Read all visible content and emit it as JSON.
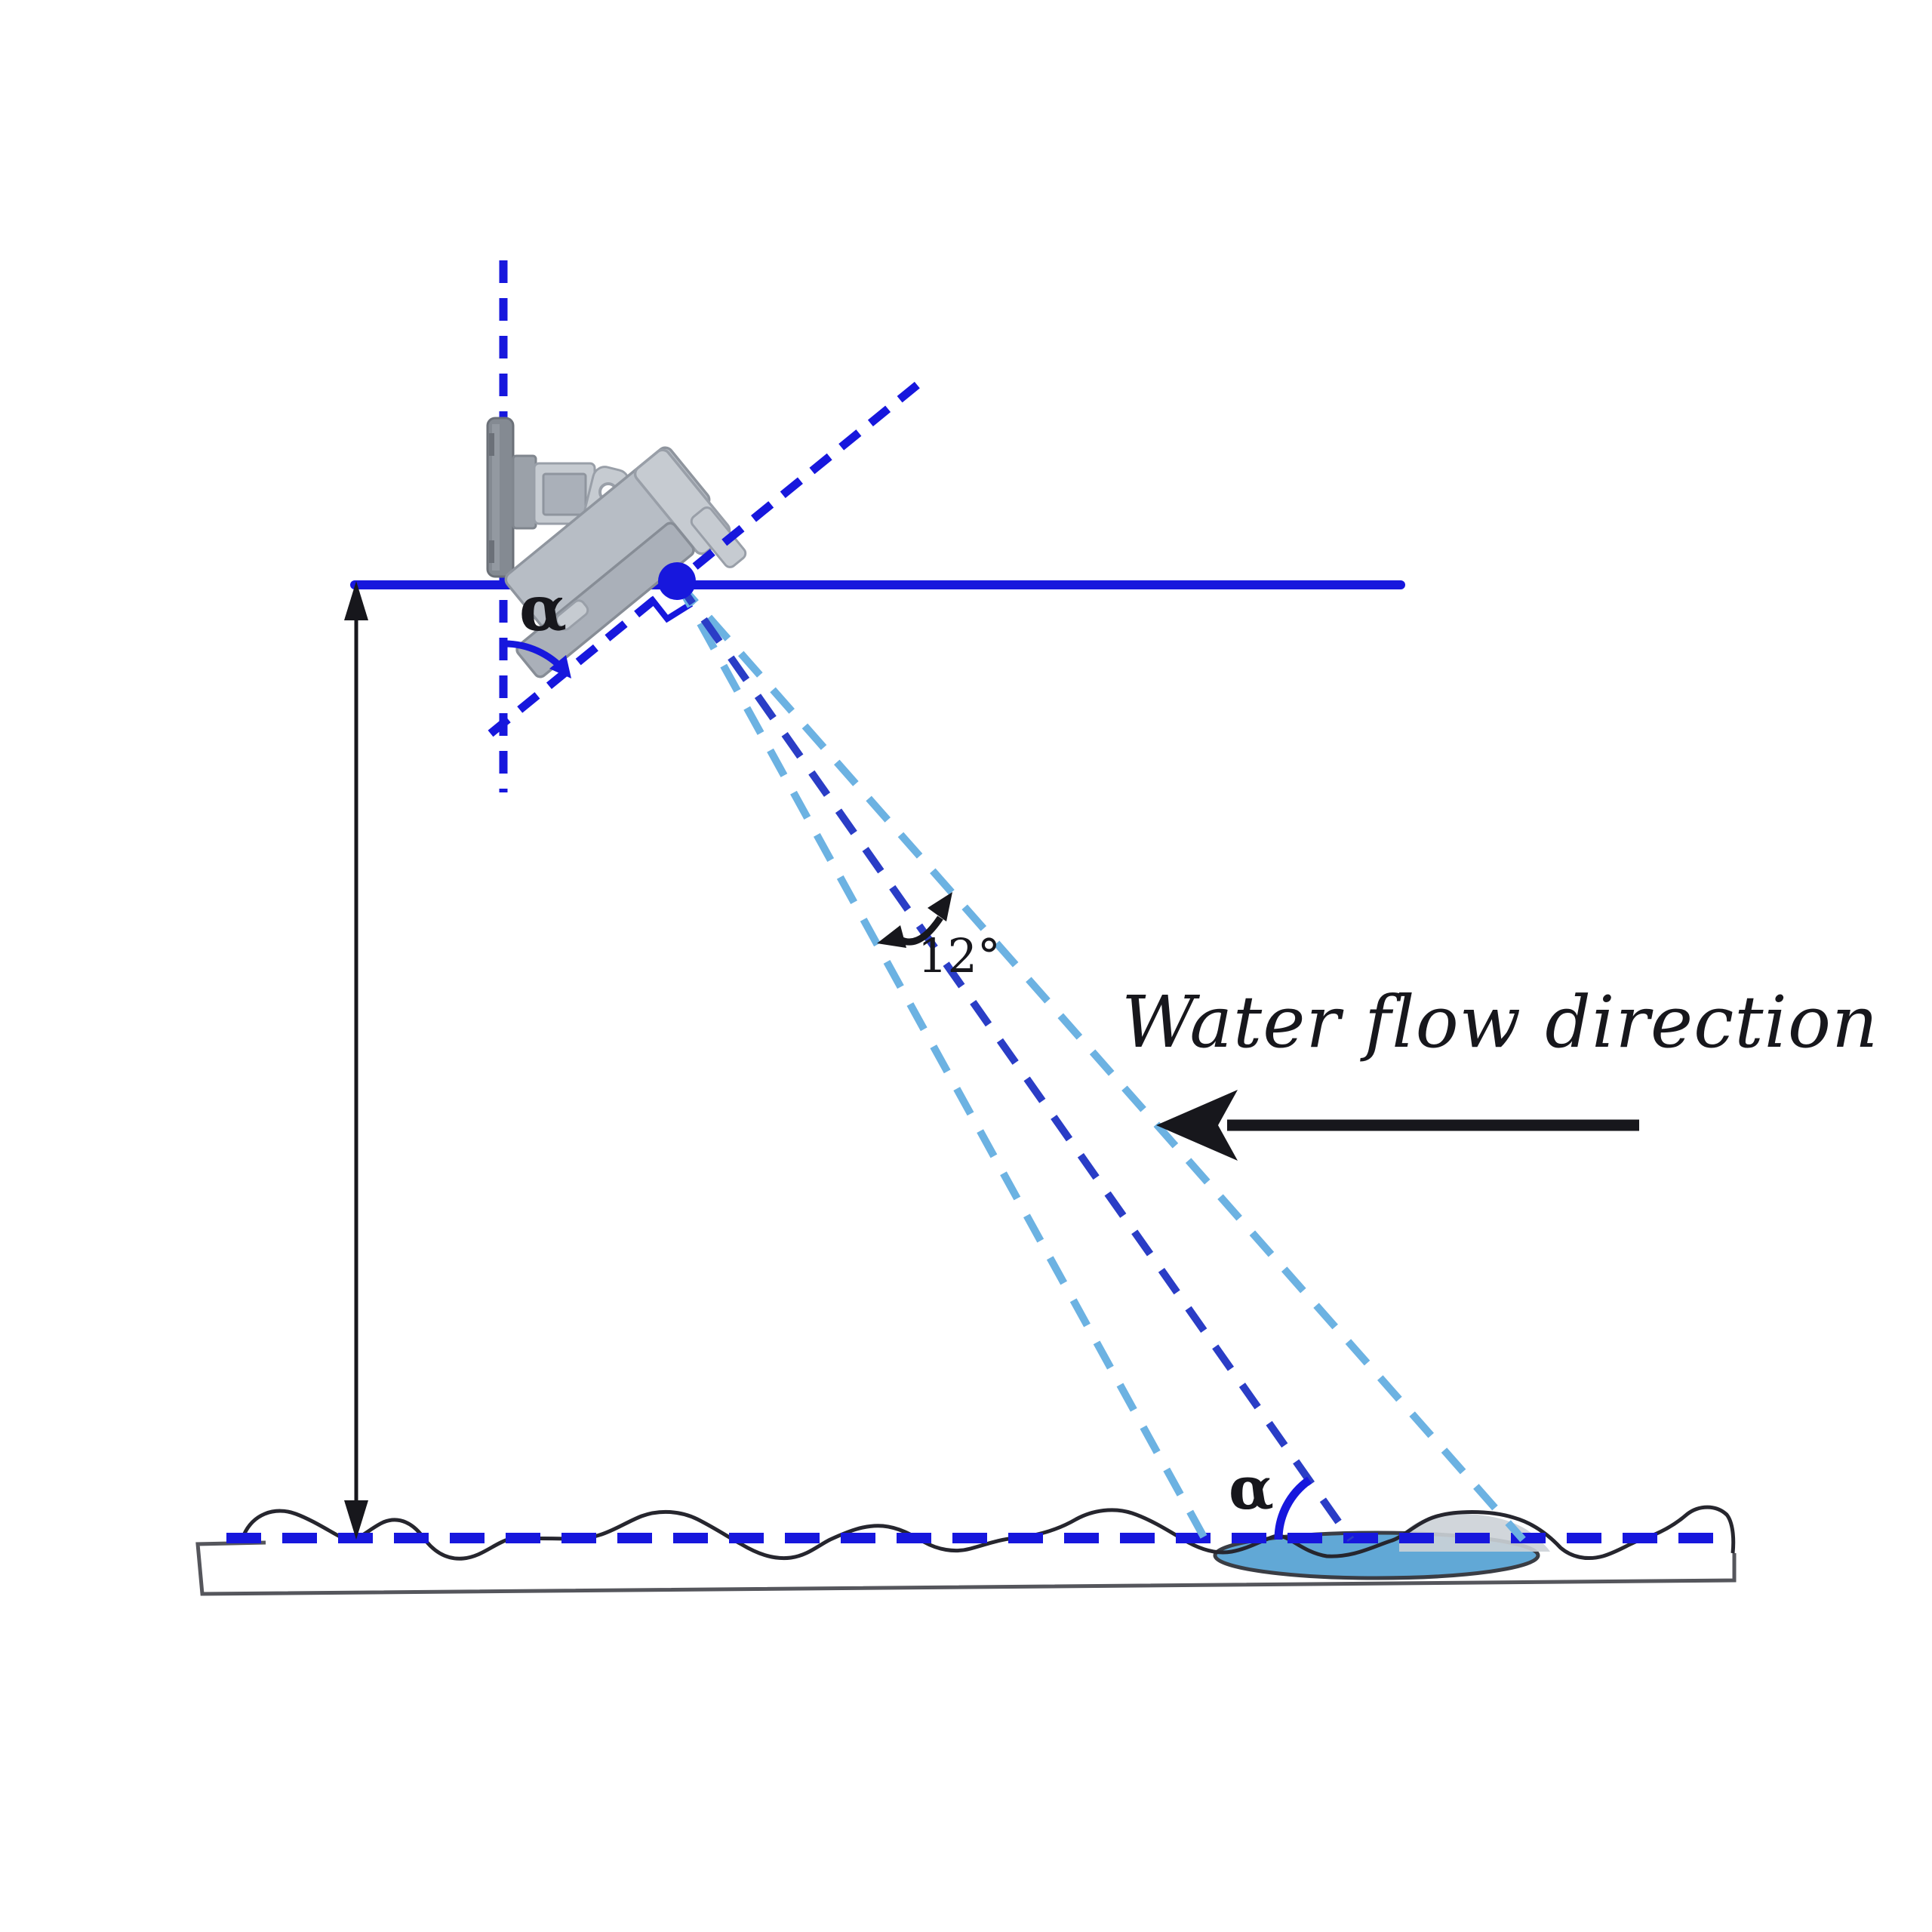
{
  "diagram": {
    "subject": "radar-velocity-sensor-over-water-channel",
    "labels": {
      "tilt_angle": "α",
      "incidence_angle": "α",
      "beam_width": "12°",
      "flow_direction": "Water flow direction"
    },
    "colors": {
      "reference_blue": "#1717dd",
      "beam_edge_blue": "#6cb2e2",
      "beam_center_blue": "#2a3dc6",
      "annotation_black": "#17171c",
      "device_gray": "#b7bdc5",
      "pole_gray": "#848a92",
      "footprint_fill": "#61a8d6",
      "wave_line": "#26262e",
      "channel_gray": "#55565c",
      "background": "#ffffff"
    }
  }
}
